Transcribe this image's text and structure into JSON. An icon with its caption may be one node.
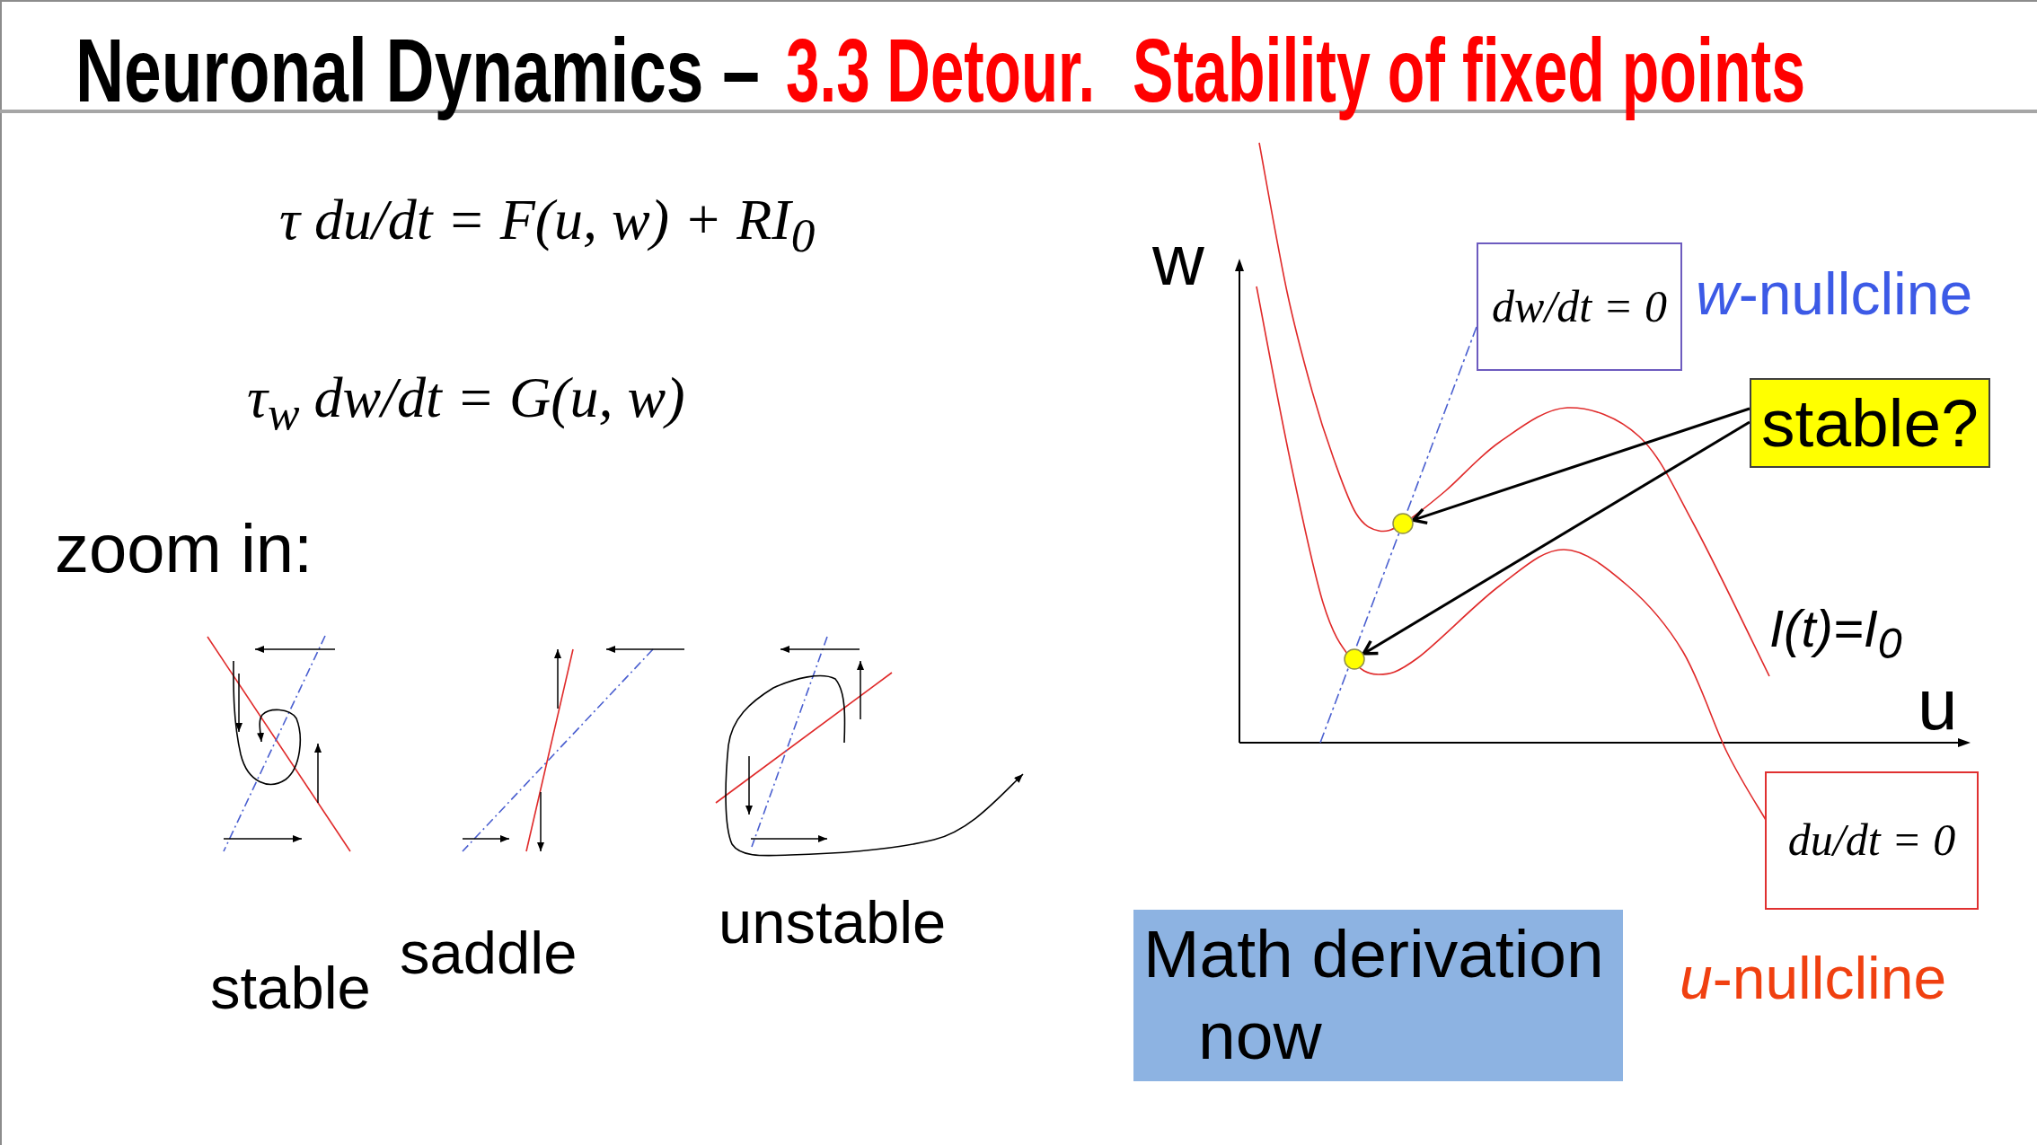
{
  "diagram": {
    "title": "Neuronal Dynamics –",
    "nodes": [
      {
        "text": [
          "dw/dt = 0"
        ],
        "beside": [
          "*w*-nullcline"
        ]
      },
      {
        "text": [
          "stable?"
        ]
      },
      {
        "text": [],
        "shape": "circle"
      },
      {
        "text": [],
        "shape": "circle"
      },
      {
        "text": [
          "du/dt = 0"
        ],
        "beside": [
          "*u*-nullcline"
        ]
      },
      {
        "text": [
          "Math derivation now"
        ]
      }
    ],
    "edges": [
      {
        "from": 1,
        "to": 2,
        "arrow": "to"
      },
      {
        "from": 1,
        "to": 3,
        "arrow": "to"
      }
    ],
    "labels": [
      "3.3 Detour.",
      "Stability of fixed points",
      "τ du/dt = F(u, w) + RI$_{0}$",
      "τ$_{w}$ dw/dt = G(u, w)",
      "zoom in:",
      "stable",
      "saddle",
      "unstable",
      "w",
      "I(t)=I$_{0}$",
      "u"
    ]
  }
}
